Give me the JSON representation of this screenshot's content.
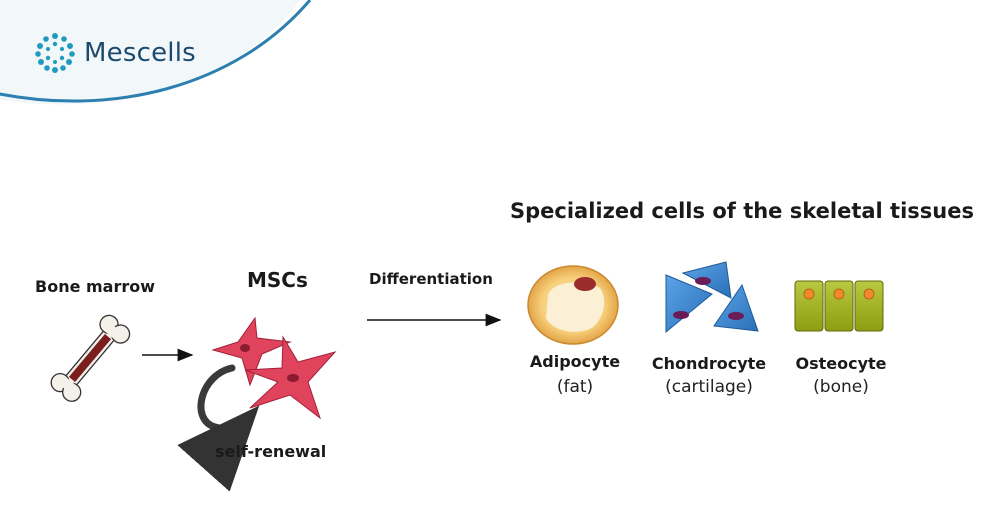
{
  "brand": {
    "name": "Mescells",
    "accent": "#1f9bc0",
    "text_color": "#1c4a6e"
  },
  "diagram": {
    "title": "Specialized cells of the skeletal tissues",
    "source": {
      "label": "Bone marrow"
    },
    "stem_cells": {
      "label": "MSCs",
      "loop_label": "self-renewal",
      "color": "#e0435c"
    },
    "process": {
      "label": "Differentiation"
    },
    "cells": [
      {
        "name": "Adipocyte",
        "subtitle": "(fat)",
        "color": "#f5c86e"
      },
      {
        "name": "Chondrocyte",
        "subtitle": "(cartilage)",
        "color": "#3f89d4"
      },
      {
        "name": "Osteocyte",
        "subtitle": "(bone)",
        "color": "#a6b51f"
      }
    ]
  }
}
